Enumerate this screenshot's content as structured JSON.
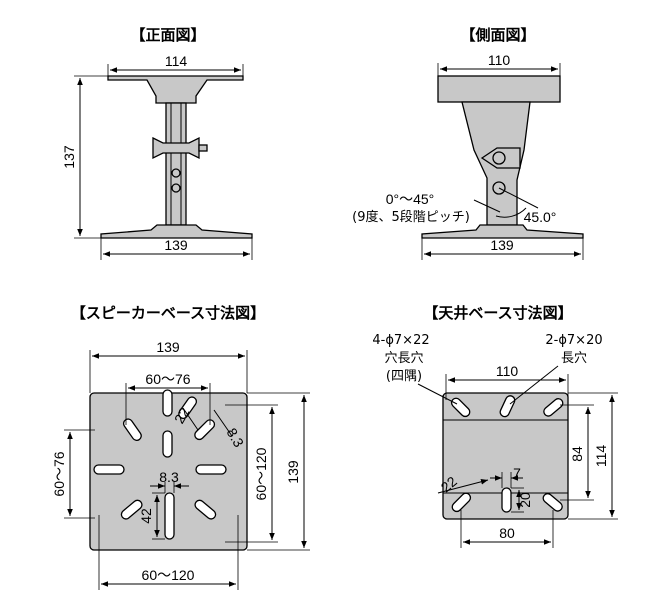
{
  "views": {
    "front": {
      "title": "【正面図】",
      "dim_top": "114",
      "dim_height": "137",
      "dim_base": "139"
    },
    "side": {
      "title": "【側面図】",
      "dim_top": "110",
      "tilt_range": "0°～45°",
      "tilt_step": "(9度、5段階ピッチ)",
      "tilt_max": "45.0°",
      "dim_base": "139"
    },
    "speaker_base": {
      "title": "【スピーカーベース寸法図】",
      "dim_width": "139",
      "dim_slot_top": "60～76",
      "dim_slot_left": "60～76",
      "dim_slot_right": "60～120",
      "dim_height": "139",
      "dim_slot_bottom": "60～120",
      "dim_slot_w": "8.3",
      "dim_slot_w_diag": "8.3",
      "dim_slot_len": "22",
      "dim_center_len": "42"
    },
    "ceiling_base": {
      "title": "【天井ベース寸法図】",
      "hole_note_1": "4-ϕ7×22",
      "hole_note_2": "穴長穴",
      "hole_note_3": "(四隅)",
      "slot_note_1": "2-ϕ7×20",
      "slot_note_2": "長穴",
      "dim_top": "110",
      "dim_inner_h": "84",
      "dim_height": "114",
      "dim_slot_w": "7",
      "dim_slot_len": "20",
      "dim_corner": "22",
      "dim_bottom": "80"
    }
  }
}
